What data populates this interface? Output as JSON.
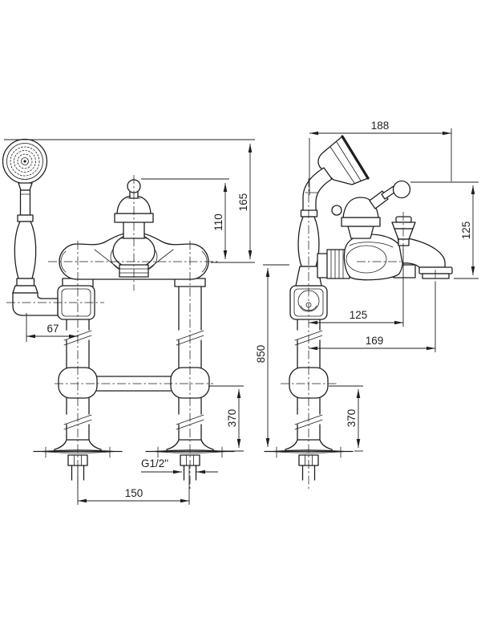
{
  "drawing": {
    "background": "#ffffff",
    "line_color": "#1f1f1f",
    "dims": {
      "top_width": "188",
      "shower_height": "165",
      "handle_height": "110",
      "lever_to_spout_height": "125",
      "handshower_offset": "67",
      "diverter_reach": "125",
      "spout_reach": "169",
      "overall_height": "850",
      "riser_front": "370",
      "riser_side": "370",
      "inlet_thread": "G1/2\"",
      "inlet_centres": "150"
    }
  }
}
